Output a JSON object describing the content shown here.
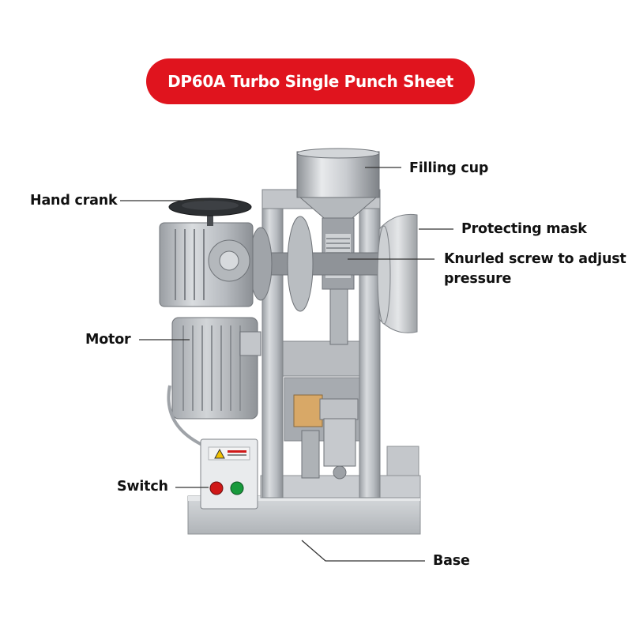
{
  "title": "DP60A Turbo Single Punch Sheet",
  "labels": {
    "filling_cup": "Filling cup",
    "hand_crank": "Hand crank",
    "protecting_mask": "Protecting mask",
    "knurled_line1": "Knurled screw to adjust",
    "knurled_line2": "pressure",
    "motor": "Motor",
    "switch": "Switch",
    "base": "Base"
  },
  "colors": {
    "title_background": "#e0141e",
    "title_text": "#ffffff",
    "label_text": "#111111",
    "leader_line": "#333333",
    "switch_red": "#d01818",
    "switch_green": "#189a3c"
  }
}
